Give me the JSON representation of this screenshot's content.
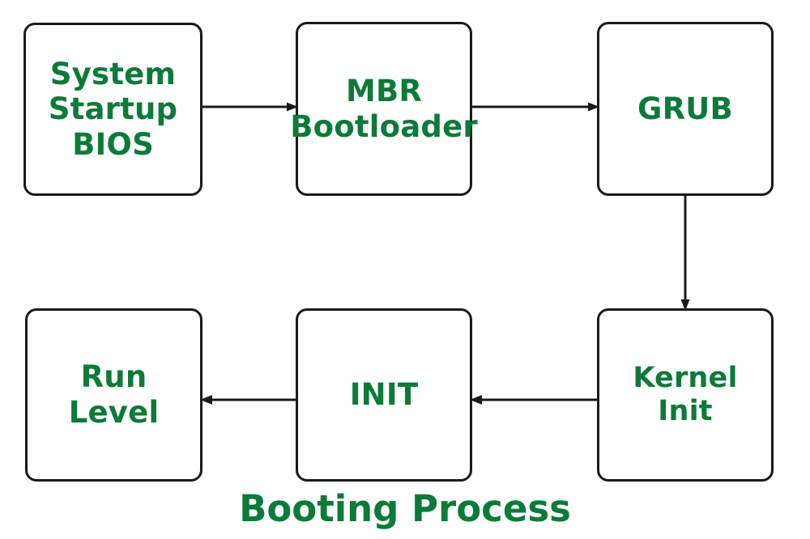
{
  "diagram": {
    "caption": "Booting Process",
    "accent_color": "#0c7a38",
    "stroke_color": "#1a1a1a",
    "background_color": "#ffffff",
    "nodes": [
      {
        "id": "bios",
        "label": "System\nStartup\nBIOS"
      },
      {
        "id": "mbr",
        "label": "MBR\nBootloader"
      },
      {
        "id": "grub",
        "label": "GRUB"
      },
      {
        "id": "runlevel",
        "label": "Run\nLevel"
      },
      {
        "id": "init",
        "label": "INIT"
      },
      {
        "id": "kernel",
        "label": "Kernel Init"
      }
    ],
    "edges": [
      {
        "id": "bios-mbr",
        "from": "bios",
        "to": "mbr",
        "direction": "right"
      },
      {
        "id": "mbr-grub",
        "from": "mbr",
        "to": "grub",
        "direction": "right"
      },
      {
        "id": "grub-kernel",
        "from": "grub",
        "to": "kernel",
        "direction": "down"
      },
      {
        "id": "kernel-init",
        "from": "kernel",
        "to": "init",
        "direction": "left"
      },
      {
        "id": "init-runlevel",
        "from": "init",
        "to": "runlevel",
        "direction": "left"
      }
    ]
  }
}
